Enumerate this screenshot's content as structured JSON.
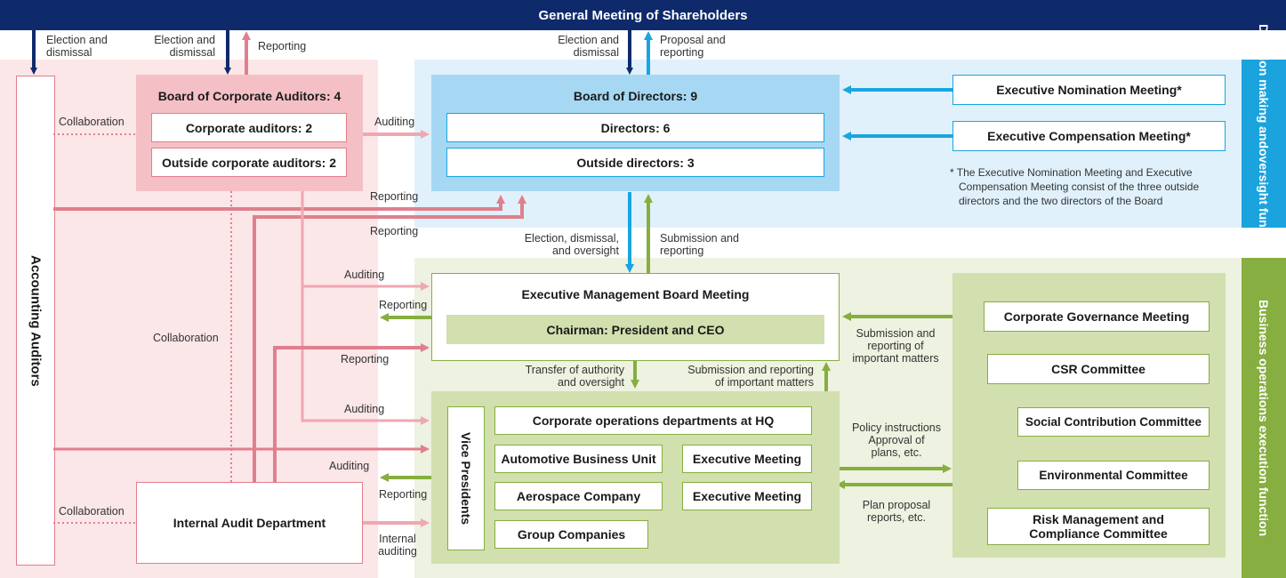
{
  "shareholders": "General Meeting of Shareholders",
  "side_labels": {
    "decision": [
      "Decision making and",
      "oversight functions"
    ],
    "business": "Business operations execution function",
    "accounting": "Accounting Auditors"
  },
  "auditors": {
    "title": "Board of Corporate Auditors: 4",
    "corporate": "Corporate auditors: 2",
    "outside": "Outside corporate auditors: 2"
  },
  "directors": {
    "title": "Board of Directors: 9",
    "directors": "Directors: 6",
    "outside": "Outside directors: 3"
  },
  "nomination": "Executive Nomination Meeting*",
  "compensation": "Executive Compensation Meeting*",
  "footnote": [
    "* The Executive Nomination Meeting and Executive",
    "Compensation Meeting consist of the three outside",
    "directors and the two directors of the Board"
  ],
  "exec_board": {
    "title": "Executive Management Board Meeting",
    "chairman": "Chairman: President and CEO"
  },
  "vice_presidents": "Vice Presidents",
  "hq": "Corporate operations departments at HQ",
  "automotive": "Automotive Business Unit",
  "aerospace": "Aerospace Company",
  "exec_meeting_1": "Executive Meeting",
  "exec_meeting_2": "Executive Meeting",
  "group_companies": "Group Companies",
  "internal_audit": "Internal Audit Department",
  "committees": {
    "governance": "Corporate Governance Meeting",
    "csr": "CSR Committee",
    "social": "Social Contribution Committee",
    "environmental": "Environmental Committee",
    "risk": [
      "Risk Management and",
      "Compliance Committee"
    ]
  },
  "labels": {
    "election_dismissal_1": [
      "Election and",
      "dismissal"
    ],
    "election_dismissal_2": [
      "Election and",
      "dismissal"
    ],
    "reporting_top": "Reporting",
    "election_dismissal_3": [
      "Election and",
      "dismissal"
    ],
    "proposal_reporting": [
      "Proposal and",
      "reporting"
    ],
    "collaboration_top": "Collaboration",
    "auditing_board": "Auditing",
    "reporting_1": "Reporting",
    "reporting_2": "Reporting",
    "election_oversight": [
      "Election, dismissal,",
      "and oversight"
    ],
    "submission_reporting": [
      "Submission and",
      "reporting"
    ],
    "auditing_exec": "Auditing",
    "reporting_exec": "Reporting",
    "collaboration_mid": "Collaboration",
    "reporting_mid": "Reporting",
    "transfer": [
      "Transfer of authority",
      "and oversight"
    ],
    "submission_important": [
      "Submission and reporting",
      "of important matters"
    ],
    "submission_important_2": [
      "Submission and",
      "reporting of",
      "important matters"
    ],
    "auditing_ops": "Auditing",
    "auditing_ia": "Auditing",
    "reporting_ia": "Reporting",
    "collaboration_bottom": "Collaboration",
    "internal_auditing": [
      "Internal",
      "auditing"
    ],
    "policy": [
      "Policy instructions",
      "Approval of",
      "plans, etc."
    ],
    "plan_proposal": [
      "Plan proposal",
      "reports, etc."
    ]
  },
  "colors": {
    "navy": "#0f2a6b",
    "pink_region": "#fbe6e8",
    "pink_box": "#f4c0c5",
    "pink_arrow": "#e07f8d",
    "pink_light_arrow": "#f0a7b1",
    "blue_region": "#e0f1fb",
    "blue_box": "#a6d8f4",
    "blue_arrow": "#19a5e1",
    "green_region": "#eef2e0",
    "green_box": "#d2dfae",
    "green_arrow": "#86ae40"
  }
}
